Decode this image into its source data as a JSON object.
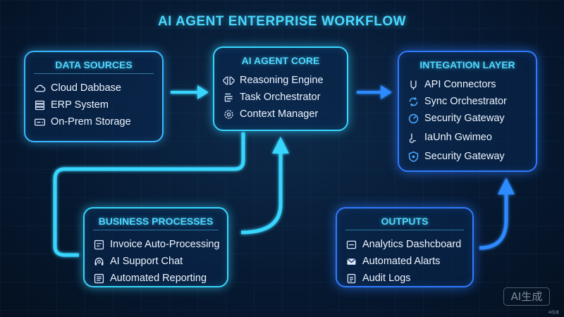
{
  "title": "AI AGENT ENTERPRISE WORKFLOW",
  "nodes": {
    "data_sources": {
      "title": "DATA SOURCES",
      "items": [
        {
          "label": "Cloud Dabbase",
          "icon": "cloud-icon"
        },
        {
          "label": "ERP System",
          "icon": "database-icon"
        },
        {
          "label": "On-Prem Storage",
          "icon": "server-icon"
        }
      ]
    },
    "agent_core": {
      "title": "AI AGENT CORE",
      "items": [
        {
          "label": "Reasoning Engine",
          "icon": "brain-icon"
        },
        {
          "label": "Task Orchestrator",
          "icon": "checklist-icon"
        },
        {
          "label": "Context Manager",
          "icon": "gear-brain-icon"
        }
      ]
    },
    "integration_layer": {
      "title": "INTEGATION LAYER",
      "items": [
        {
          "label": "API Connectors",
          "icon": "api-icon"
        },
        {
          "label": "Sync Orchestrator",
          "icon": "sync-icon"
        },
        {
          "label": "Security Gateway",
          "icon": "gauge-icon"
        },
        {
          "label": "IaUnh Gwimeo",
          "icon": "key-icon"
        },
        {
          "label": "Security Gateway",
          "icon": "shield-icon"
        }
      ]
    },
    "business_processes": {
      "title": "BUSINESS PROCESSES",
      "items": [
        {
          "label": "Invoice Auto-Processing",
          "icon": "invoice-icon"
        },
        {
          "label": "AI Support Chat",
          "icon": "headset-icon"
        },
        {
          "label": "Automated Reporting",
          "icon": "report-icon"
        }
      ]
    },
    "outputs": {
      "title": "OUTPUTS",
      "items": [
        {
          "label": "Analytics Dashcboard",
          "icon": "dashboard-icon"
        },
        {
          "label": "Automated Alarts",
          "icon": "mail-icon"
        },
        {
          "label": "Audit Logs",
          "icon": "clipboard-icon"
        }
      ]
    }
  },
  "watermark": "AI生成",
  "watermark_small": "AI生成",
  "colors": {
    "cyan": "#38d6ff",
    "blue": "#2f7bff",
    "title": "#49d8ff"
  }
}
